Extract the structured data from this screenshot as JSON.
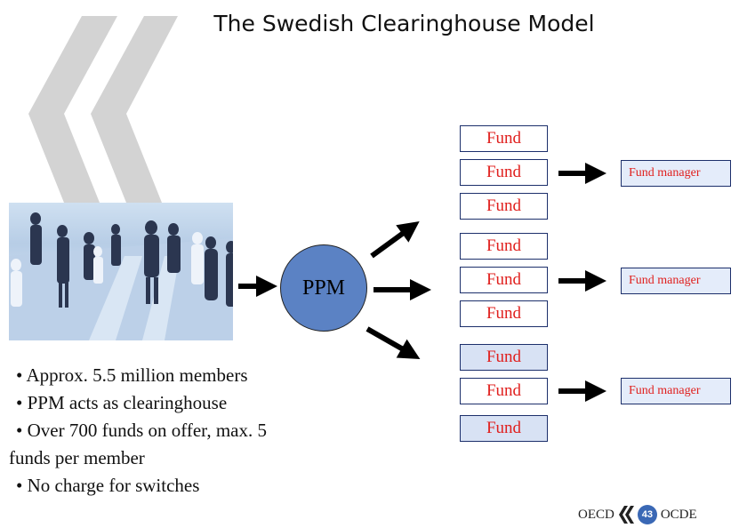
{
  "title": "The Swedish Clearinghouse Model",
  "hub": {
    "label": "PPM",
    "color": "#5b82c4"
  },
  "fund_groups": [
    {
      "funds": [
        "Fund",
        "Fund",
        "Fund"
      ],
      "manager": "Fund manager"
    },
    {
      "funds": [
        "Fund",
        "Fund",
        "Fund"
      ],
      "manager": "Fund manager"
    },
    {
      "funds": [
        "Fund",
        "Fund",
        "Fund"
      ],
      "manager": "Fund manager"
    }
  ],
  "bullets": [
    "• Approx. 5.5 million members",
    "• PPM acts as clearinghouse",
    "• Over 700 funds on offer, max. 5",
    "funds per member",
    "• No charge for switches"
  ],
  "footer": {
    "left": "OECD",
    "page": "43",
    "right": "OCDE"
  },
  "colors": {
    "fund_text": "#e0201e",
    "box_border": "#1c2f6b",
    "accent": "#3a68b5"
  }
}
